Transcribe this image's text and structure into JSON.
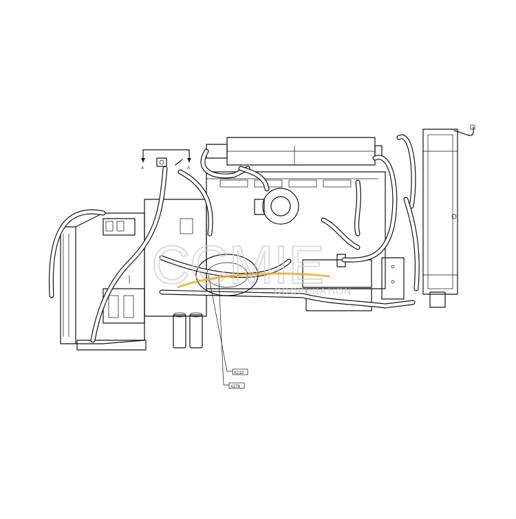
{
  "labels": {
    "section_left": "A",
    "section_right": "A",
    "callout_1": "X210",
    "callout_2": "X278"
  },
  "watermark": {
    "brand": "CCMIE",
    "sub": "COOPERATION",
    "accent_color": "#f3a51a"
  }
}
